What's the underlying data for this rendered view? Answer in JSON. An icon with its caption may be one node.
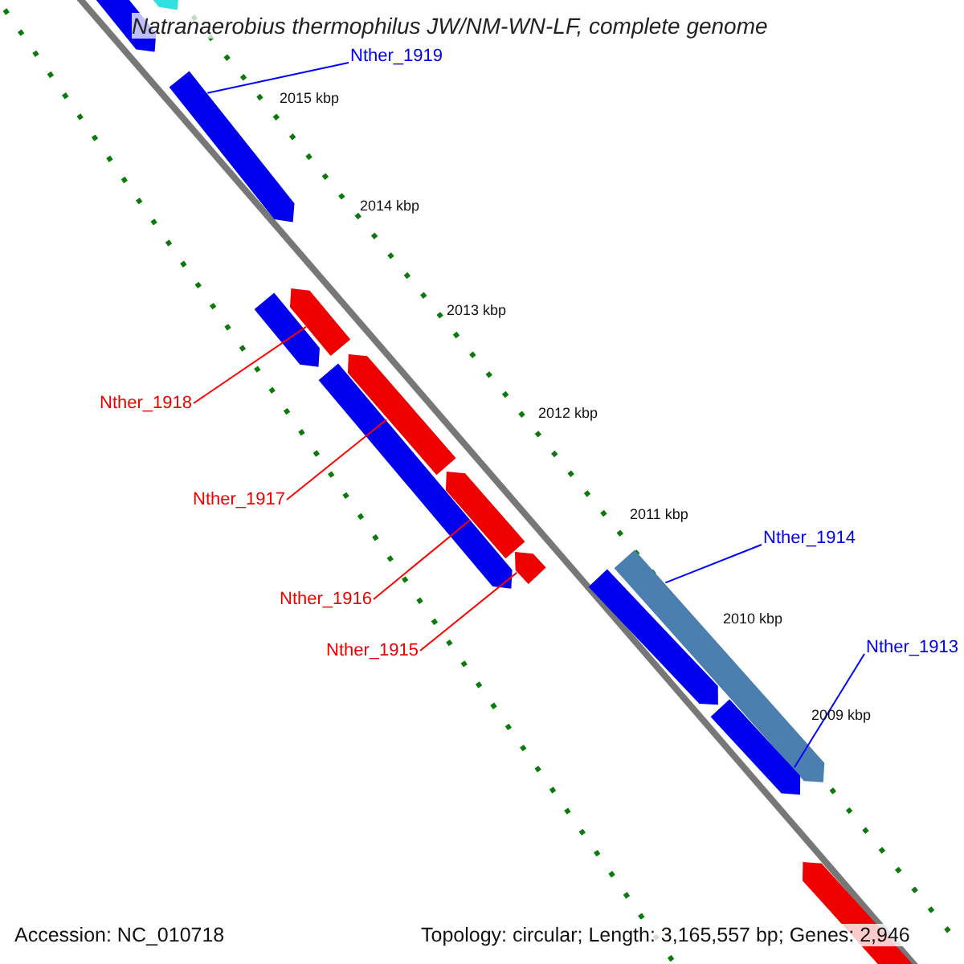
{
  "diagram": {
    "title": "Natranaerobius thermophilus JW/NM-WN-LF, complete genome",
    "nodes": [
      {
        "text": [],
        "shape": "bar"
      },
      {
        "text": [],
        "shape": "bar"
      },
      {
        "text": [
          "Nther_1919"
        ]
      },
      {
        "text": [],
        "shape": "bar"
      },
      {
        "text": [],
        "shape": "bar"
      },
      {
        "text": [],
        "shape": "bar"
      },
      {
        "text": [
          "Nther_1918"
        ]
      },
      {
        "text": [],
        "shape": "bar"
      },
      {
        "text": [
          "Nther_1917"
        ]
      },
      {
        "text": [],
        "shape": "bar"
      },
      {
        "text": [],
        "shape": "bar"
      },
      {
        "text": [
          "Nther_1916"
        ]
      },
      {
        "text": [],
        "shape": "bar"
      },
      {
        "text": [
          "Nther_1915"
        ]
      },
      {
        "text": [
          "Nther_1914"
        ]
      },
      {
        "text": [],
        "shape": "bar"
      },
      {
        "text": [],
        "shape": "bar"
      },
      {
        "text": [
          "Nther_1913"
        ]
      },
      {
        "text": [],
        "shape": "bar"
      },
      {
        "text": [],
        "shape": "bar"
      }
    ],
    "edges": [
      {
        "from": 2,
        "to": 3,
        "arrow": "none",
        "color": "#0000ff"
      },
      {
        "from": 6,
        "to": 5,
        "arrow": "none"
      },
      {
        "from": 8,
        "to": 7,
        "arrow": "none"
      },
      {
        "from": 11,
        "to": 10,
        "arrow": "none"
      },
      {
        "from": 13,
        "to": 12,
        "arrow": "none"
      },
      {
        "from": 14,
        "to": 15,
        "arrow": "none",
        "color": "#0000ff"
      },
      {
        "from": 17,
        "to": 18,
        "arrow": "none",
        "color": "#0000ff"
      }
    ],
    "labels": [
      "2015 kbp",
      "2014 kbp",
      "2013 kbp",
      "2012 kbp",
      "2011 kbp",
      "2010 kbp",
      "2009 kbp",
      "Accession: NC_010718",
      "Topology: circular; Length: 3,165,557 bp; Genes: 2,946"
    ]
  }
}
